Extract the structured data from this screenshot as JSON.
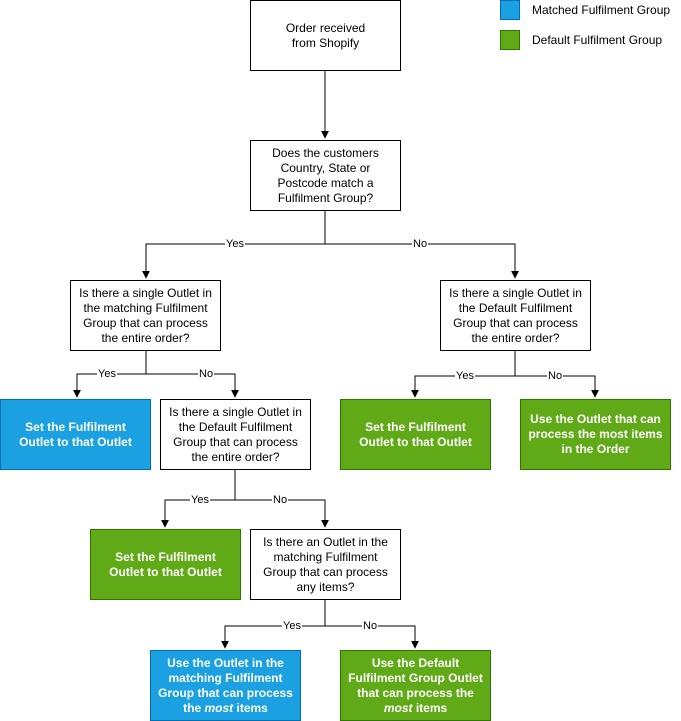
{
  "colors": {
    "matched_fill": "#1ba1e2",
    "default_fill": "#60a917",
    "line": "#000000"
  },
  "legend": {
    "matched": "Matched Fulfilment Group",
    "default": "Default Fulfilment Group"
  },
  "nodes": {
    "start": "Order received from Shopify",
    "match_question": "Does the customers Country, State or Postcode match a Fulfilment Group?",
    "matched_single_outlet": "Is there a single Outlet in the matching Fulfilment Group that can process the entire order?",
    "default_single_outlet_right": "Is there a single Outlet in the Default Fulfilment Group that can process the entire order?",
    "set_outlet_matched": "Set the Fulfilment Outlet to that Outlet",
    "default_single_outlet_mid": "Is there a single Outlet in the Default Fulfilment Group that can process the entire order?",
    "set_outlet_default_right": "Set the Fulfilment Outlet to that Outlet",
    "use_most_items_default": "Use the Outlet that can process the most items in the Order",
    "set_outlet_default_mid": "Set the Fulfilment Outlet to that Outlet",
    "matched_any_items": "Is there an Outlet in the matching Fulfilment Group that can process any items?",
    "use_matched_most": [
      "Use the Outlet in the matching Fulfilment Group that can process the ",
      "most",
      " items"
    ],
    "use_default_group_most": [
      "Use the Default Fulfilment Group Outlet that can process the ",
      "most",
      " items"
    ]
  },
  "edge_labels": {
    "yes": "Yes",
    "no": "No"
  }
}
